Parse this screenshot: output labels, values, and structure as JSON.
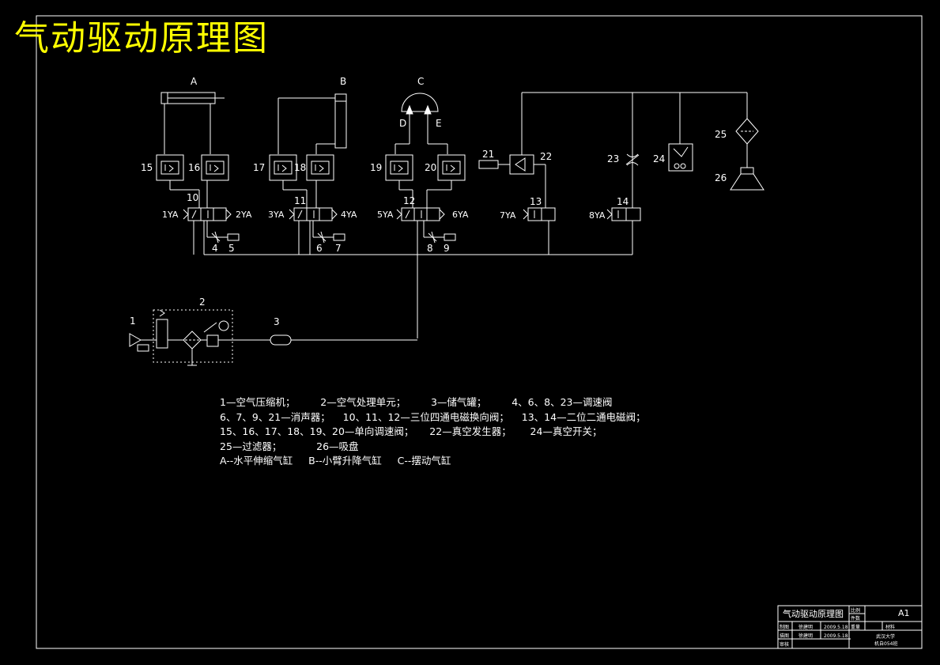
{
  "title": "气动驱动原理图",
  "legend": {
    "lines": [
      "1—空气压缩机；        2—空气处理单元；        3—储气罐；        4、6、8、23—调速阀",
      "6、7、9、21—消声器；    10、11、12—三位四通电磁换向阀；    13、14—二位二通电磁阀；",
      "15、16、17、18、19、20—单向调速阀；     22—真空发生器；      24—真空开关；",
      "25—过滤器；           26—吸盘",
      "A--水平伸缩气缸     B--小臂升降气缸     C--摆动气缸"
    ]
  },
  "diagram": {
    "cylinders": [
      "A",
      "B",
      "C",
      "D",
      "E"
    ],
    "valve_numbers": [
      "15",
      "16",
      "17",
      "18",
      "19",
      "20",
      "10",
      "11",
      "12",
      "13",
      "14",
      "21",
      "22",
      "23",
      "24",
      "25",
      "26"
    ],
    "solenoids": [
      "1YA",
      "2YA",
      "3YA",
      "4YA",
      "5YA",
      "6YA",
      "7YA",
      "8YA"
    ],
    "bottom_numbers": [
      "4",
      "5",
      "6",
      "7",
      "8",
      "9"
    ],
    "supply_numbers": [
      "1",
      "2",
      "3"
    ]
  },
  "title_block": {
    "drawing_name": "气动驱动原理图",
    "sheet_size": "A1",
    "row1_left": "比例",
    "row1_left2": "件数",
    "row2": [
      "制图",
      "徐建明",
      "2009.5.18",
      "重量",
      "材料"
    ],
    "row3": [
      "描图",
      "徐建明",
      "2009.5.18"
    ],
    "row4": [
      "审核"
    ],
    "school": "武汉大学",
    "class": "机自054班"
  }
}
